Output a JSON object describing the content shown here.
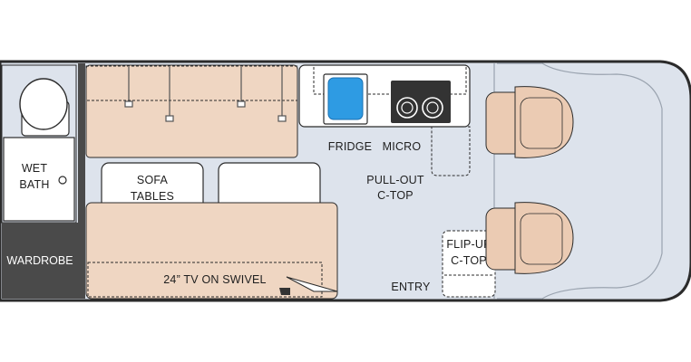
{
  "labels": {
    "fridge": "FRIDGE",
    "micro": "MICRO",
    "pullout_line1": "PULL-OUT",
    "pullout_line2": "C-TOP",
    "flipup_line1": "FLIP-UP",
    "flipup_line2": "C-TOP",
    "sofa_line1": "SOFA",
    "sofa_line2": "TABLES",
    "wetbath_line1": "WET",
    "wetbath_line2": "BATH",
    "wardrobe": "WARDROBE",
    "tv": "24” TV ON SWIVEL",
    "entry": "ENTRY"
  },
  "colors": {
    "floor": "#dde3ec",
    "outline": "#2b2b2b",
    "sofa": "#efd6c2",
    "seat": "#ebcbb3",
    "counter": "#ffffff",
    "wardrobe": "#4a4a4a",
    "sink": "#2e9be3",
    "cooktop": "#333333"
  }
}
